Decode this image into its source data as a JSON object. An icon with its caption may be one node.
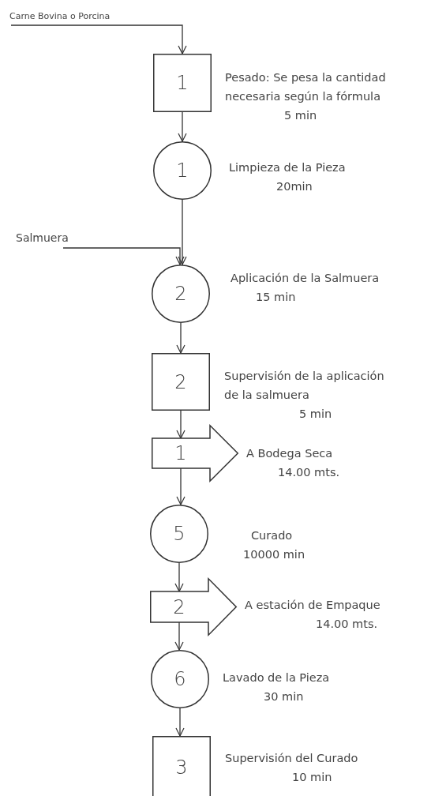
{
  "diagram": {
    "nodes": [
      {
        "text": [
          "Carne Bovina o Porcina"
        ]
      },
      {
        "text": [
          "1"
        ],
        "beside": [
          "Pesado: Se pesa la cantidad necesaria según la fórmula",
          "5 min"
        ]
      },
      {
        "text": [
          "1"
        ],
        "beside": [
          "Limpieza de la Pieza",
          "20min"
        ]
      },
      {
        "text": [
          "Salmuera"
        ]
      },
      {
        "text": [
          "2"
        ],
        "beside": [
          "Aplicación de la Salmuera",
          "15 min"
        ]
      },
      {
        "text": [
          "2"
        ],
        "beside": [
          "Supervisión de la aplicación de la salmuera",
          "5 min"
        ]
      },
      {
        "text": [
          "1"
        ],
        "beside": [
          "A Bodega Seca",
          "14.00 mts."
        ]
      },
      {
        "text": [
          "5"
        ],
        "beside": [
          "Curado",
          "10000 min"
        ]
      },
      {
        "text": [
          "2"
        ],
        "beside": [
          "A estación de Empaque",
          "14.00 mts."
        ]
      },
      {
        "text": [
          "6"
        ],
        "beside": [
          "Lavado de la Pieza",
          "30 min"
        ]
      },
      {
        "text": [
          "3"
        ],
        "beside": [
          "Supervisión del Curado",
          "10 min"
        ]
      }
    ],
    "edges": [
      {
        "from": 0,
        "to": 1,
        "arrow": "to"
      },
      {
        "from": 1,
        "to": 2,
        "arrow": "to"
      },
      {
        "from": 2,
        "to": 4,
        "arrow": "to"
      },
      {
        "from": 3,
        "to": 4,
        "arrow": "to"
      },
      {
        "from": 4,
        "to": 5,
        "arrow": "to"
      },
      {
        "from": 5,
        "to": 6,
        "arrow": "to"
      },
      {
        "from": 6,
        "to": 7,
        "arrow": "to"
      },
      {
        "from": 7,
        "to": 8,
        "arrow": "to"
      },
      {
        "from": 8,
        "to": 9,
        "arrow": "to"
      },
      {
        "from": 9,
        "to": 10,
        "arrow": "to"
      }
    ]
  }
}
